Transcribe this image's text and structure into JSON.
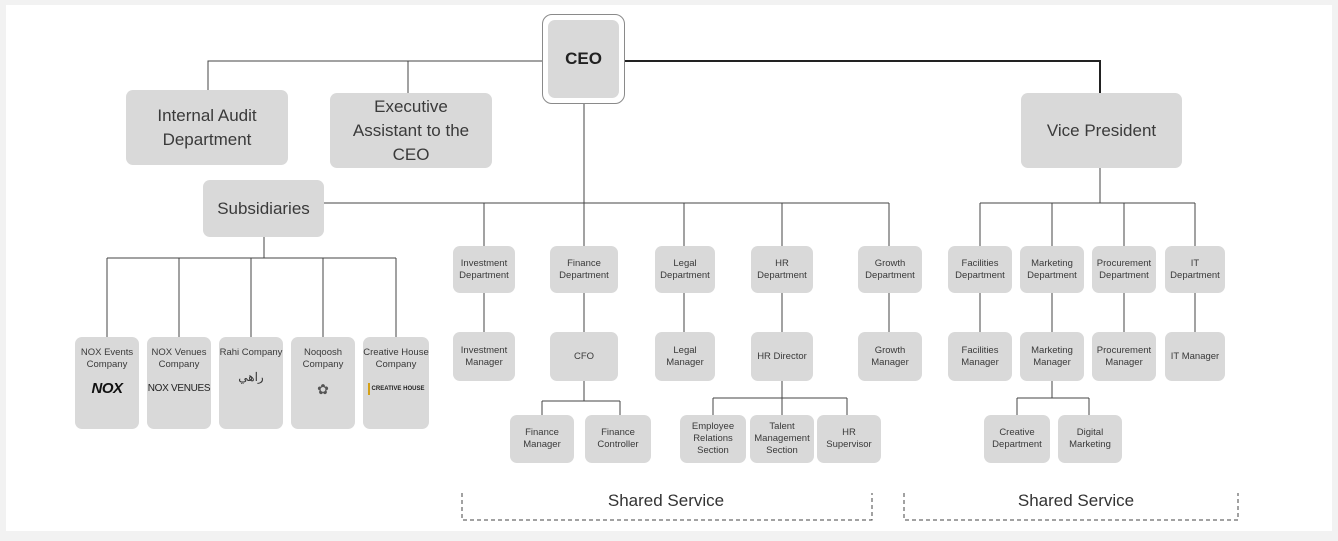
{
  "ceo": "CEO",
  "top_level": {
    "internal_audit": "Internal Audit Department",
    "exec_assistant": "Executive Assistant to the CEO",
    "vice_president": "Vice President",
    "subsidiaries": "Subsidiaries"
  },
  "subsidiaries": [
    {
      "name": "NOX Events Company",
      "logo": "NOX"
    },
    {
      "name": "NOX Venues Company",
      "logo": "NOX VENUES"
    },
    {
      "name": "Rahi Company",
      "logo": "راهي"
    },
    {
      "name": "Noqoosh Company",
      "logo": "✿"
    },
    {
      "name": "Creative House Company",
      "logo": "CREATIVE HOUSE"
    }
  ],
  "ceo_departments": [
    {
      "dept": "Investment Department",
      "manager": "Investment Manager"
    },
    {
      "dept": "Finance Department",
      "manager": "CFO"
    },
    {
      "dept": "Legal Department",
      "manager": "Legal Manager"
    },
    {
      "dept": "HR Department",
      "manager": "HR Director"
    },
    {
      "dept": "Growth Department",
      "manager": "Growth Manager"
    }
  ],
  "finance_sub": [
    "Finance Manager",
    "Finance Controller"
  ],
  "hr_sub": [
    "Employee Relations Section",
    "Talent Management Section",
    "HR Supervisor"
  ],
  "vp_departments": [
    {
      "dept": "Facilities Department",
      "manager": "Facilities Manager"
    },
    {
      "dept": "Marketing Department",
      "manager": "Marketing Manager"
    },
    {
      "dept": "Procurement Department",
      "manager": "Procurement Manager"
    },
    {
      "dept": "IT Department",
      "manager": "IT Manager"
    }
  ],
  "marketing_sub": [
    "Creative Department",
    "Digital Marketing"
  ],
  "shared_service": [
    "Shared Service",
    "Shared Service"
  ]
}
